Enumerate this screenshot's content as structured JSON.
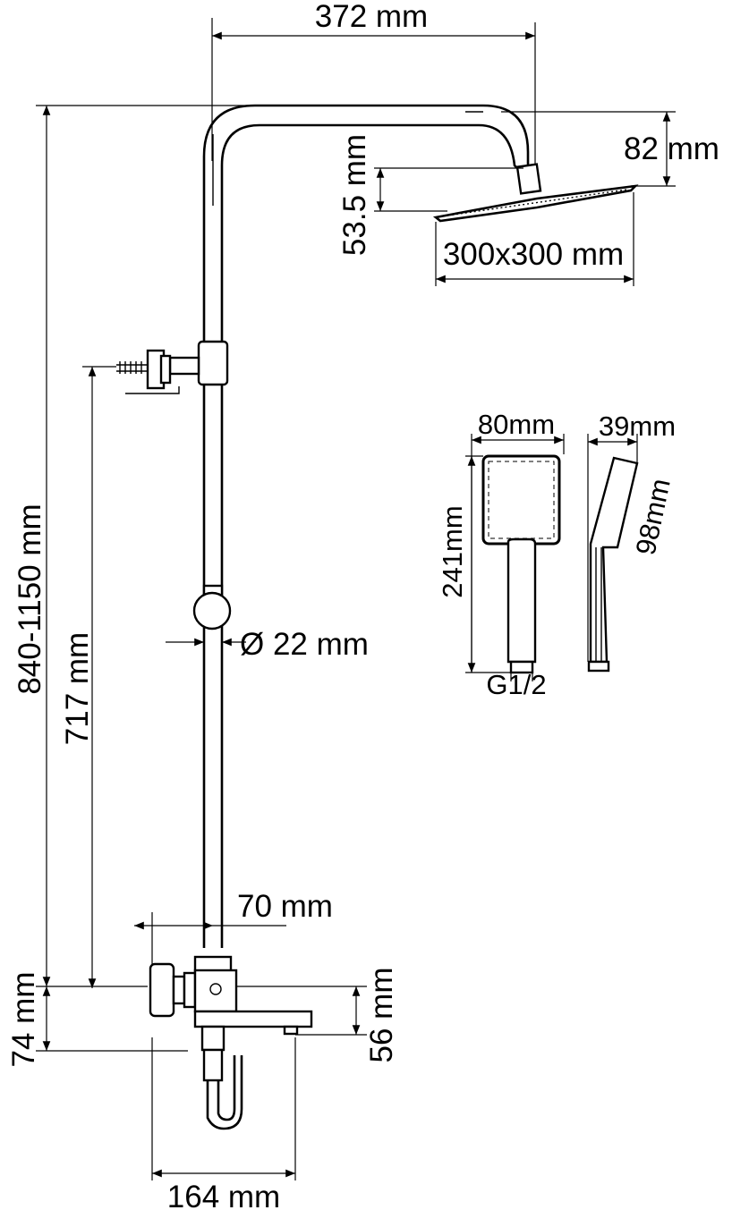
{
  "dimensions": {
    "width_top": "372 mm",
    "head_drop": "82 mm",
    "head_arm": "53.5 mm",
    "head_size": "300x300 mm",
    "total_height": "840-1150 mm",
    "bracket_height": "717 mm",
    "pipe_diameter": "Ø 22 mm",
    "mixer_offset": "70 mm",
    "mixer_to_spout": "74 mm",
    "spout_height": "56 mm",
    "spout_length": "164 mm",
    "hand_width": "80mm",
    "hand_depth": "39mm",
    "hand_length": "241mm",
    "hand_head": "98mm",
    "thread": "G1/2"
  }
}
